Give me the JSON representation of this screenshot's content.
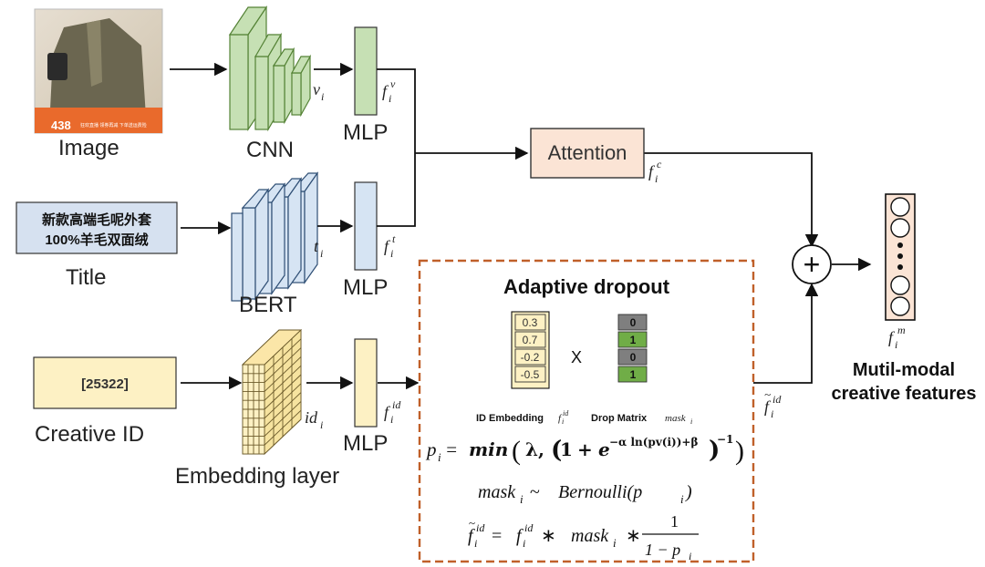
{
  "inputs": {
    "image_label": "Image",
    "image_price_tag": "438",
    "image_banner_text": "狂欢直播 领券再减 下单送运费险",
    "title_line1": "新款高端毛呢外套",
    "title_line2": "100%羊毛双面绒",
    "title_label": "Title",
    "creative_id_value": "[25322]",
    "creative_id_label": "Creative ID"
  },
  "encoders": {
    "cnn": "CNN",
    "bert": "BERT",
    "embedding": "Embedding layer",
    "mlp": "MLP"
  },
  "symbols": {
    "v_base": "v",
    "v_sub": "i",
    "t_base": "t",
    "t_sub": "i",
    "id_base": "id",
    "id_sub": "i",
    "f_base": "f",
    "fv_sup": "v",
    "fv_sub": "i",
    "ft_sup": "t",
    "ft_sub": "i",
    "fid_sup": "id",
    "fid_sub": "i",
    "fc_sup": "c",
    "fc_sub": "i",
    "fm_sup": "m",
    "fm_sub": "i",
    "ftilde_sup": "id",
    "ftilde_sub": "i"
  },
  "attention": {
    "label": "Attention"
  },
  "fusion": {
    "operator": "+"
  },
  "output": {
    "line1": "Mutil-modal",
    "line2": "creative features"
  },
  "dropout": {
    "title": "Adaptive dropout",
    "embedding_values": [
      "0.3",
      "0.7",
      "-0.2",
      "-0.5"
    ],
    "mask_values": [
      "0",
      "1",
      "0",
      "1"
    ],
    "times": "X",
    "emb_caption": "ID Embedding",
    "mask_caption": "Drop Matrix",
    "mask_symbol": "mask",
    "mask_sub": "i",
    "eq1": {
      "lhs": "p",
      "lhs_sub": "i",
      "eq": " = ",
      "fn": "min",
      "open": "(",
      "lambda": "λ",
      "comma": ",",
      "inner_open": "(",
      "one": "1",
      "plus": " + ",
      "e": "e",
      "exponent": "−α ln(pv(i))+β",
      "inner_close": ")",
      "neg1": "−1",
      "close": ")"
    },
    "eq2": {
      "mask": "mask",
      "sub": "i",
      "tilde": " ~ ",
      "dist": "Bernoulli(p",
      "dist_sub": "i",
      "dist_close": ")"
    },
    "eq3": {
      "lhs_sup": "id",
      "lhs_sub": "i",
      "eq": " = ",
      "f": "f",
      "f_sup": "id",
      "f_sub": "i",
      "star": " ∗ ",
      "mask": "mask",
      "mask_sub": "i",
      "num": "1",
      "den": "1 − p",
      "den_sub": "i"
    }
  },
  "colors": {
    "cnn_fill": "#c6e0b4",
    "cnn_stroke": "#548235",
    "bert_fill": "#d6e4f3",
    "bert_stroke": "#2f4f75",
    "title_box_fill": "#d6e1f0",
    "creative_box_fill": "#fdf1c4",
    "embed_fill": "#fdf1c4",
    "mlp_v_fill": "#c6e0b4",
    "mlp_t_fill": "#d6e4f3",
    "mlp_id_fill": "#fdf1c4",
    "attention_fill": "#fbe4d5",
    "dashed_stroke": "#c0602a",
    "output_fill": "#fbe4d5",
    "mask_zero_fill": "#7f7f7f",
    "mask_one_fill": "#70ad47"
  }
}
